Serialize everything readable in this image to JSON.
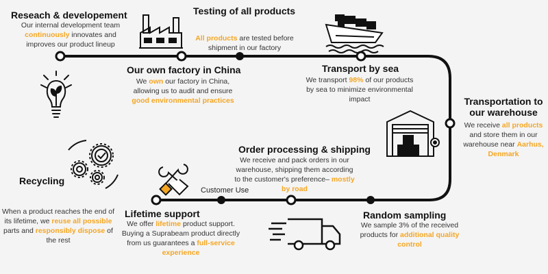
{
  "accent_color": "#f5a623",
  "line_color": "#111111",
  "steps": [
    {
      "id": "research",
      "title": "Reseach & developement",
      "desc": [
        {
          "t": "Our internal development team "
        },
        {
          "t": "continuously",
          "h": true
        },
        {
          "t": " innovates and improves our product lineup"
        }
      ],
      "icon": "lightbulb-plant-icon"
    },
    {
      "id": "factory",
      "title": "Our own factory in China",
      "desc": [
        {
          "t": "We "
        },
        {
          "t": "own",
          "h": true
        },
        {
          "t": " our factory in China, allowing us to audit and ensure "
        },
        {
          "t": "good environmental practices",
          "h": true
        }
      ],
      "icon": "factory-icon"
    },
    {
      "id": "testing",
      "title": "Testing of all products",
      "desc": [
        {
          "t": "All products",
          "h": true
        },
        {
          "t": " are tested before shipment in our factory"
        }
      ],
      "icon": ""
    },
    {
      "id": "transport-sea",
      "title": "Transport by sea",
      "desc": [
        {
          "t": "We transport "
        },
        {
          "t": "98%",
          "h": true
        },
        {
          "t": " of our products by sea to minimize environmental impact"
        }
      ],
      "icon": "cargo-ship-icon"
    },
    {
      "id": "transport-warehouse",
      "title": "Transportation to our warehouse",
      "desc": [
        {
          "t": "We receive "
        },
        {
          "t": "all products",
          "h": true
        },
        {
          "t": " and store them in our warehouse near "
        },
        {
          "t": "Aarhus, Denmark",
          "h": true
        }
      ],
      "icon": "warehouse-icon"
    },
    {
      "id": "random-sampling",
      "title": "Random sampling",
      "desc": [
        {
          "t": "We sample 3% of the received products for "
        },
        {
          "t": "additional quality control",
          "h": true
        }
      ],
      "icon": ""
    },
    {
      "id": "order-processing",
      "title": "Order processing & shipping",
      "desc": [
        {
          "t": "We receive and pack orders in our warehouse, shipping them according to the customer's preference– "
        },
        {
          "t": "mostly by road",
          "h": true
        }
      ],
      "icon": "delivery-truck-icon"
    },
    {
      "id": "customer-use",
      "title": "Customer Use",
      "desc": [],
      "icon": ""
    },
    {
      "id": "lifetime-support",
      "title": "Lifetime support",
      "desc": [
        {
          "t": "We offer "
        },
        {
          "t": "lifetime",
          "h": true
        },
        {
          "t": " product support. Buying a Suprabeam product directly from us guarantees a "
        },
        {
          "t": "full-service experience",
          "h": true
        }
      ],
      "icon": "wrench-hand-icon"
    },
    {
      "id": "recycling",
      "title": "Recycling",
      "desc": [
        {
          "t": "When a product reaches the end of its lifetime, we "
        },
        {
          "t": "reuse all possible",
          "h": true
        },
        {
          "t": " parts and "
        },
        {
          "t": "responsibly dispose",
          "h": true
        },
        {
          "t": " of the rest"
        }
      ],
      "icon": "gears-check-icon"
    }
  ]
}
